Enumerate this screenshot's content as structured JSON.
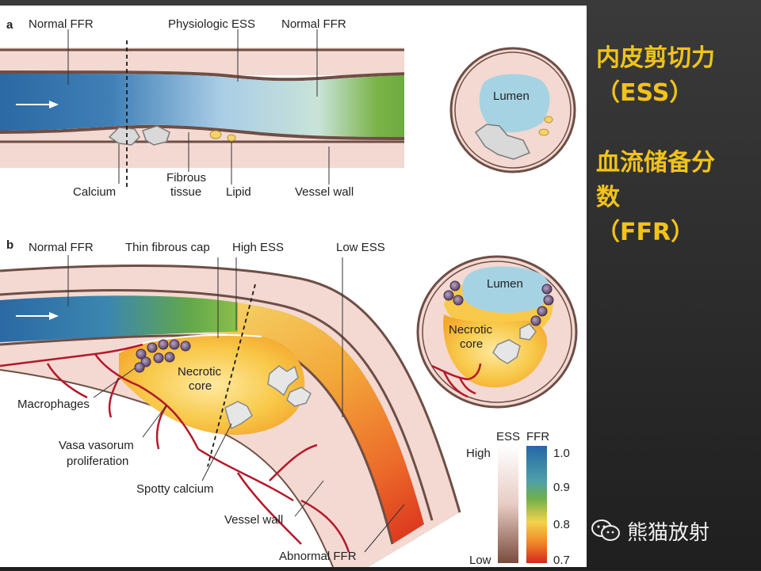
{
  "panel_a": {
    "letter": "a",
    "label_normal_ffr_left": "Normal FFR",
    "label_physiologic_ess": "Physiologic ESS",
    "label_normal_ffr_right": "Normal FFR",
    "label_calcium": "Calcium",
    "label_fibrous_line1": "Fibrous",
    "label_fibrous_line2": "tissue",
    "label_lipid": "Lipid",
    "label_vessel_wall": "Vessel wall",
    "cross_section_lumen": "Lumen"
  },
  "panel_b": {
    "letter": "b",
    "label_normal_ffr": "Normal FFR",
    "label_thin_cap": "Thin fibrous cap",
    "label_high_ess": "High ESS",
    "label_low_ess": "Low ESS",
    "label_necrotic_line1": "Necrotic",
    "label_necrotic_line2": "core",
    "label_macrophages": "Macrophages",
    "label_vasa_line1": "Vasa vasorum",
    "label_vasa_line2": "proliferation",
    "label_spotty_calcium": "Spotty calcium",
    "label_vessel_wall": "Vessel wall",
    "label_abnormal_ffr": "Abnormal FFR",
    "cross_lumen": "Lumen",
    "cross_necrotic_line1": "Necrotic",
    "cross_necrotic_line2": "core"
  },
  "legend": {
    "ess_title": "ESS",
    "ffr_title": "FFR",
    "ess_high": "High",
    "ess_low": "Low",
    "ffr_ticks": [
      "1.0",
      "0.9",
      "0.8",
      "0.7"
    ]
  },
  "slide_title": {
    "line1": "内皮剪切力",
    "line2": "（ESS）",
    "line3": "血流储备分",
    "line4": "数",
    "line5": "（FFR）"
  },
  "watermark": {
    "text": "熊猫放射"
  },
  "colors": {
    "title_yellow": "#f2c318",
    "ffr_high_blue": "#2f6fa8",
    "ffr_mid_green": "#5ea63c",
    "ffr_low_red": "#d63a1f",
    "vessel_wall_pink": "#f3d9d2"
  }
}
